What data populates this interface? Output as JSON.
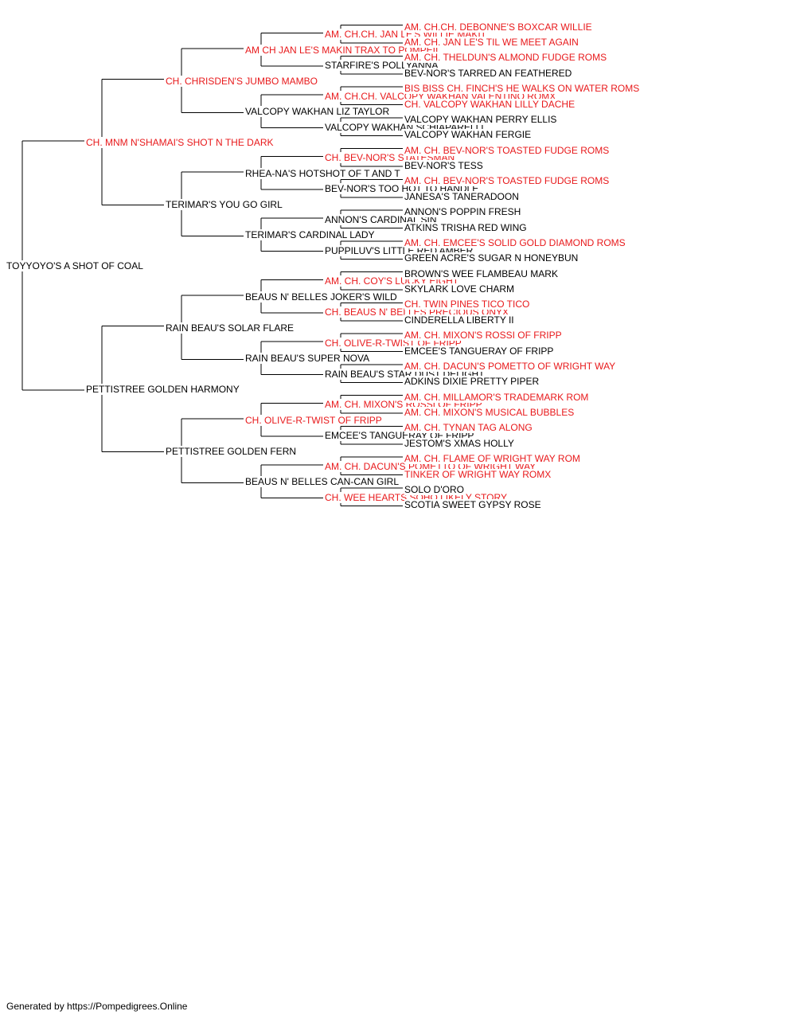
{
  "colors": {
    "champion": "#e8191b",
    "regular": "#000000",
    "line": "#000000",
    "background": "#ffffff"
  },
  "pedigree": {
    "name": "TOYYOYO'S A SHOT OF COAL",
    "ch": false,
    "sire": {
      "name": "CH. MNM N'SHAMAI'S SHOT N THE DARK",
      "ch": true,
      "sire": {
        "name": "CH. CHRISDEN'S JUMBO MAMBO",
        "ch": true,
        "sire": {
          "name": "AM CH JAN LE'S MAKIN TRAX TO POMPEII",
          "ch": true,
          "sire": {
            "name": "AM. CH.CH. JAN LE'S WILLIE MAKIT",
            "ch": true,
            "sire": {
              "name": "AM. CH.CH. DEBONNE'S BOXCAR WILLIE",
              "ch": true
            },
            "dam": {
              "name": "AM. CH. JAN LE'S TIL WE MEET AGAIN",
              "ch": true
            }
          },
          "dam": {
            "name": "STARFIRE'S POLLYANNA",
            "ch": false,
            "sire": {
              "name": "AM. CH. THELDUN'S ALMOND FUDGE ROMS",
              "ch": true
            },
            "dam": {
              "name": "BEV-NOR'S TARRED AN FEATHERED",
              "ch": false
            }
          }
        },
        "dam": {
          "name": "VALCOPY WAKHAN LIZ TAYLOR",
          "ch": false,
          "sire": {
            "name": "AM. CH.CH. VALCOPY WAKHAN VALENTINO ROMX",
            "ch": true,
            "sire": {
              "name": "BIS BISS CH. FINCH'S HE WALKS ON WATER ROMS",
              "ch": true
            },
            "dam": {
              "name": "CH. VALCOPY WAKHAN LILLY DACHE",
              "ch": true
            }
          },
          "dam": {
            "name": "VALCOPY WAKHAN SCHIAPARELLI",
            "ch": false,
            "sire": {
              "name": "VALCOPY WAKHAN PERRY ELLIS",
              "ch": false
            },
            "dam": {
              "name": "VALCOPY WAKHAN FERGIE",
              "ch": false
            }
          }
        }
      },
      "dam": {
        "name": "TERIMAR'S YOU GO GIRL",
        "ch": false,
        "sire": {
          "name": "RHEA-NA'S HOTSHOT OF T AND T",
          "ch": false,
          "sire": {
            "name": "CH. BEV-NOR'S STATESMAN",
            "ch": true,
            "sire": {
              "name": "AM. CH. BEV-NOR'S TOASTED FUDGE ROMS",
              "ch": true
            },
            "dam": {
              "name": "BEV-NOR'S TESS",
              "ch": false
            }
          },
          "dam": {
            "name": "BEV-NOR'S TOO HOT TO HANDLE",
            "ch": false,
            "sire": {
              "name": "AM. CH. BEV-NOR'S TOASTED FUDGE ROMS",
              "ch": true
            },
            "dam": {
              "name": "JANESA'S TANERADOON",
              "ch": false
            }
          }
        },
        "dam": {
          "name": "TERIMAR'S CARDINAL LADY",
          "ch": false,
          "sire": {
            "name": "ANNON'S CARDINAL SIN",
            "ch": false,
            "sire": {
              "name": "ANNON'S POPPIN FRESH",
              "ch": false
            },
            "dam": {
              "name": "ATKINS TRISHA RED WING",
              "ch": false
            }
          },
          "dam": {
            "name": "PUPPILUV'S LITTLE RED AMBER",
            "ch": false,
            "sire": {
              "name": "AM. CH. EMCEE'S SOLID GOLD DIAMOND ROMS",
              "ch": true
            },
            "dam": {
              "name": "GREEN ACRE'S SUGAR N HONEYBUN",
              "ch": false
            }
          }
        }
      }
    },
    "dam": {
      "name": "PETTISTREE GOLDEN HARMONY",
      "ch": false,
      "sire": {
        "name": "RAIN BEAU'S SOLAR FLARE",
        "ch": false,
        "sire": {
          "name": "BEAUS N' BELLES JOKER'S WILD",
          "ch": false,
          "sire": {
            "name": "AM. CH. COY'S LUCKY EIGHT",
            "ch": true,
            "sire": {
              "name": "BROWN'S WEE FLAMBEAU MARK",
              "ch": false
            },
            "dam": {
              "name": "SKYLARK LOVE CHARM",
              "ch": false
            }
          },
          "dam": {
            "name": "CH. BEAUS N' BELLES PRECIOUS ONYX",
            "ch": true,
            "sire": {
              "name": "CH. TWIN PINES TICO TICO",
              "ch": true
            },
            "dam": {
              "name": "CINDERELLA LIBERTY II",
              "ch": false
            }
          }
        },
        "dam": {
          "name": "RAIN BEAU'S SUPER NOVA",
          "ch": false,
          "sire": {
            "name": "CH. OLIVE-R-TWIST OF FRIPP",
            "ch": true,
            "sire": {
              "name": "AM. CH. MIXON'S ROSSI OF FRIPP",
              "ch": true
            },
            "dam": {
              "name": "EMCEE'S TANGUERAY OF FRIPP",
              "ch": false
            }
          },
          "dam": {
            "name": "RAIN BEAU'S STAR DUST DELIGHT",
            "ch": false,
            "sire": {
              "name": "AM. CH. DACUN'S POMETTO OF WRIGHT WAY",
              "ch": true
            },
            "dam": {
              "name": "ADKINS DIXIE PRETTY PIPER",
              "ch": false
            }
          }
        }
      },
      "dam": {
        "name": "PETTISTREE GOLDEN FERN",
        "ch": false,
        "sire": {
          "name": "CH. OLIVE-R-TWIST OF FRIPP",
          "ch": true,
          "sire": {
            "name": "AM. CH. MIXON'S ROSSI OF FRIPP",
            "ch": true,
            "sire": {
              "name": "AM. CH. MILLAMOR'S TRADEMARK ROM",
              "ch": true
            },
            "dam": {
              "name": "AM. CH. MIXON'S MUSICAL BUBBLES",
              "ch": true
            }
          },
          "dam": {
            "name": "EMCEE'S TANGUERAY OF FRIPP",
            "ch": false,
            "sire": {
              "name": "AM. CH. TYNAN TAG ALONG",
              "ch": true
            },
            "dam": {
              "name": "JESTOM'S XMAS HOLLY",
              "ch": false
            }
          }
        },
        "dam": {
          "name": "BEAUS N' BELLES CAN-CAN GIRL",
          "ch": false,
          "sire": {
            "name": "AM. CH. DACUN'S POMETTO OF WRIGHT WAY",
            "ch": true,
            "sire": {
              "name": "AM. CH. FLAME OF WRIGHT WAY ROM",
              "ch": true
            },
            "dam": {
              "name": "TINKER OF WRIGHT WAY ROMX",
              "ch": true
            }
          },
          "dam": {
            "name": "CH. WEE HEARTS SOHO LIKELY STORY",
            "ch": true,
            "sire": {
              "name": "SOLO D'ORO",
              "ch": false
            },
            "dam": {
              "name": "SCOTIA SWEET GYPSY ROSE",
              "ch": false
            }
          }
        }
      }
    }
  },
  "footer": {
    "text": "Generated by https://Pompedigrees.Online"
  }
}
